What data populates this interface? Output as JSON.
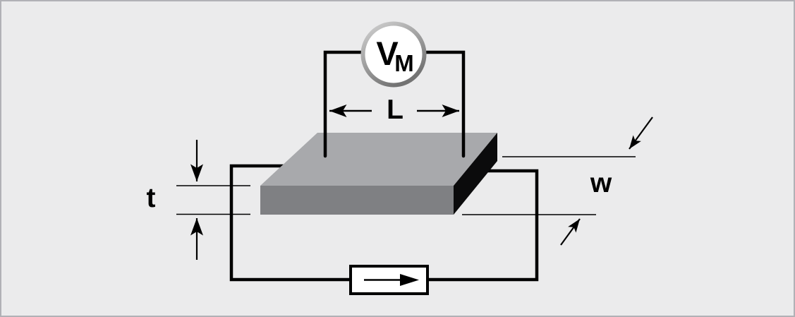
{
  "colors": {
    "background": "#ebebec",
    "frame_border": "#b1b1b6",
    "wire": "#000000",
    "slab_top": "#a8a9ac",
    "slab_front": "#7f8083",
    "slab_side": "#0b0b0c",
    "meter_fill": "#ffffff",
    "meter_ring_light": "#d2d2d2",
    "meter_ring_dark": "#737373",
    "source_box_fill": "#ffffff"
  },
  "labels": {
    "voltmeter_symbol": "V",
    "voltmeter_subscript": "M",
    "length": "L",
    "thickness": "t",
    "width": "w"
  }
}
